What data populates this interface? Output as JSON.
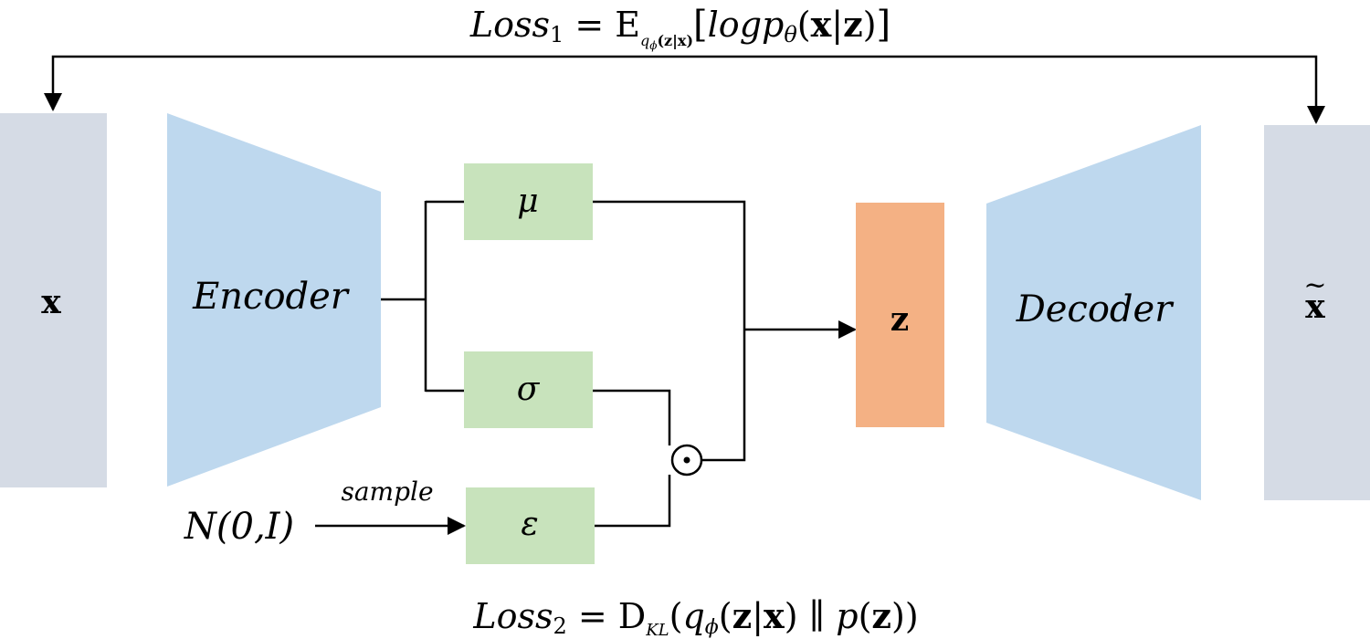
{
  "colors": {
    "input_block": "#d5dbe5",
    "encoder_decoder": "#bed8ee",
    "latent_param": "#c8e3bc",
    "z_block": "#f4b184",
    "line": "#000000"
  },
  "loss1": {
    "prefix": "Loss",
    "sub": "1",
    "eq": " = E",
    "expect_sub_q": "q",
    "expect_sub_phi": "ϕ",
    "expect_sub_cond": "(z|x)",
    "bracket_open": "[",
    "log": "logp",
    "theta": "θ",
    "args_open": "(",
    "x": "x",
    "bar": "|",
    "z": "z",
    "args_close": ")",
    "bracket_close": "]"
  },
  "loss2": {
    "prefix": "Loss",
    "sub": "2",
    "eq": " = D",
    "kl": "KL",
    "open": "(",
    "q": "q",
    "phi": "ϕ",
    "cond_open": "(",
    "z": "z",
    "bar": "|",
    "x": "x",
    "cond_close": ")",
    "sep": " ∥ ",
    "p": "p",
    "pz_open": "(",
    "pz_z": "z",
    "pz_close": ")",
    "close": ")"
  },
  "input_label": "x",
  "encoder_label": "Encoder",
  "mu_label": "μ",
  "sigma_label": "σ",
  "epsilon_label": "ε",
  "latent_label": "z",
  "decoder_label": "Decoder",
  "output_label": "x",
  "output_tilde": "~",
  "noise_label": "N(0,I)",
  "sample_label": "sample",
  "hadamard_symbol": "⊙"
}
